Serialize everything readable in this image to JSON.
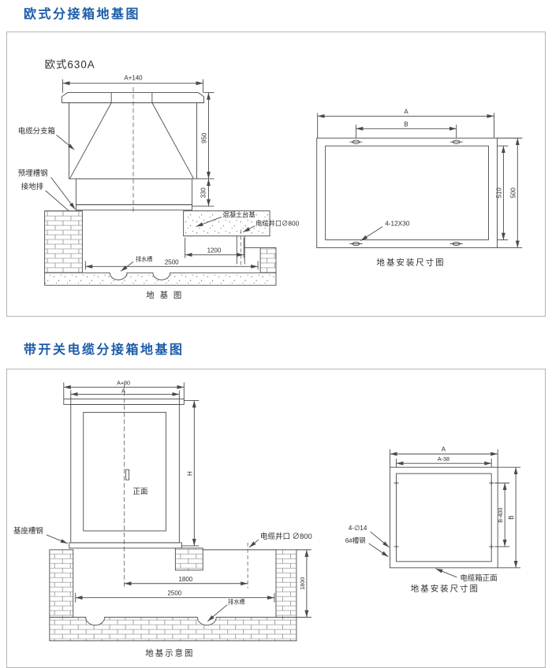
{
  "page": {
    "accent_color": "#1b5ca8",
    "line_color": "#4a4a4a",
    "background": "#ffffff"
  },
  "section1": {
    "title": "欧式分接箱地基图",
    "model": "欧式630A",
    "elevation": {
      "dim_top": "A+140",
      "dim_h1": "950",
      "dim_h2": "330",
      "dim_w1": "1200",
      "dim_w2": "2500",
      "label_box": "电缆分支箱",
      "label_channel": "预埋槽钢",
      "label_ground": "接地排",
      "label_concrete": "混凝土台基",
      "label_well": "电缆井口∅800",
      "label_drain": "排水槽",
      "caption": "地 基 图"
    },
    "plan": {
      "dim_a": "A",
      "dim_b": "B",
      "dim_inner": "510",
      "dim_outer": "500",
      "label_slots": "4-12X30",
      "caption": "地基安装尺寸图"
    }
  },
  "section2": {
    "title": "带开关电缆分接箱地基图",
    "elevation": {
      "dim_top1": "A+80",
      "dim_top2": "A",
      "dim_h": "H",
      "dim_w1": "1800",
      "dim_w2": "2500",
      "dim_depth": "1800",
      "label_front": "正面",
      "label_base": "基座槽钢",
      "label_well": "电缆井口 ∅800",
      "label_drain": "排水槽",
      "caption": "地基示意图"
    },
    "plan": {
      "dim_a": "A",
      "dim_a2": "A-38",
      "dim_b_inner": "B-400",
      "dim_b": "B",
      "label_bolts": "4-∅14",
      "label_channel": "6#槽钢",
      "label_front": "电缆箱正面",
      "caption": "地基安装尺寸图"
    }
  }
}
